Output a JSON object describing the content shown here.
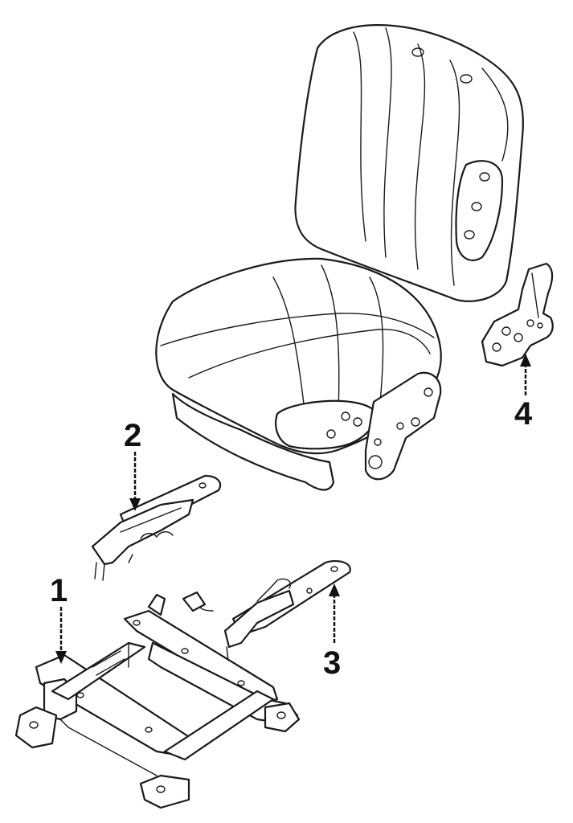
{
  "callouts": {
    "c1": "1",
    "c2": "2",
    "c3": "3",
    "c4": "4"
  },
  "parts": [
    {
      "callout": "1",
      "part": "seat-frame-base"
    },
    {
      "callout": "2",
      "part": "inner-seat-track"
    },
    {
      "callout": "3",
      "part": "outer-seat-track"
    },
    {
      "callout": "4",
      "part": "recliner-hinge-bracket"
    }
  ],
  "colors": {
    "line": "#1a1a1a",
    "background": "#ffffff"
  }
}
